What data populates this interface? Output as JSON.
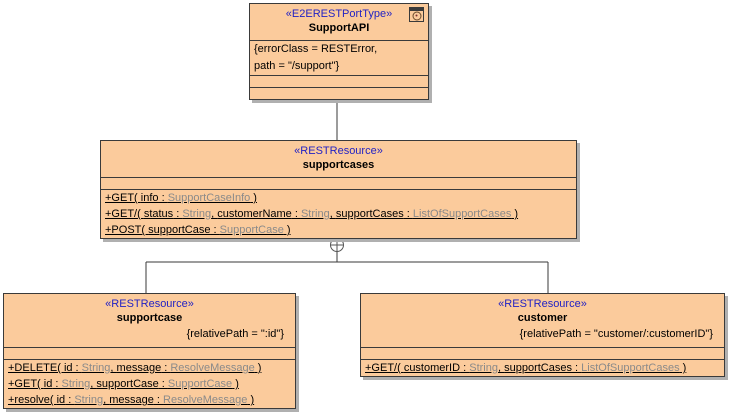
{
  "diagram": {
    "title": "SupportAPI REST resource containment diagram",
    "background": "#ffffff",
    "node_fill": "#fbcb9c",
    "node_border": "#3a3a3a",
    "stereotype_color": "#2222c4",
    "type_color": "#8a8a8a",
    "shadow_color": "#b0b0b0"
  },
  "nodes": {
    "support_api": {
      "stereotype": "«E2ERESTPortType»",
      "name": "SupportAPI",
      "icon": "port-type-icon",
      "tags": [
        "{errorClass = RESTError,",
        "path = \"/support\"}"
      ],
      "operations": []
    },
    "supportcases": {
      "stereotype": "«RESTResource»",
      "name": "supportcases",
      "tags": [],
      "operations": [
        {
          "parts": [
            {
              "text": "+GET( ",
              "type": false
            },
            {
              "text": "info",
              "type": false
            },
            {
              "text": " : ",
              "type": false
            },
            {
              "text": "SupportCaseInfo",
              "type": true
            },
            {
              "text": " )",
              "type": false
            }
          ],
          "plain": "+GET( info : SupportCaseInfo )"
        },
        {
          "parts": [
            {
              "text": "+GET/( ",
              "type": false
            },
            {
              "text": "status",
              "type": false
            },
            {
              "text": " : ",
              "type": false
            },
            {
              "text": "String",
              "type": true
            },
            {
              "text": ", ",
              "type": false
            },
            {
              "text": "customerName",
              "type": false
            },
            {
              "text": " : ",
              "type": false
            },
            {
              "text": "String",
              "type": true
            },
            {
              "text": ", ",
              "type": false
            },
            {
              "text": "supportCases",
              "type": false
            },
            {
              "text": " : ",
              "type": false
            },
            {
              "text": "ListOfSupportCases",
              "type": true
            },
            {
              "text": " )",
              "type": false
            }
          ],
          "plain": "+GET/( status : String, customerName : String, supportCases : ListOfSupportCases )"
        },
        {
          "parts": [
            {
              "text": "+POST( ",
              "type": false
            },
            {
              "text": "supportCase",
              "type": false
            },
            {
              "text": " : ",
              "type": false
            },
            {
              "text": "SupportCase",
              "type": true
            },
            {
              "text": " )",
              "type": false
            }
          ],
          "plain": "+POST( supportCase : SupportCase )"
        }
      ]
    },
    "supportcase": {
      "stereotype": "«RESTResource»",
      "name": "supportcase",
      "tags": [
        "{relativePath = \":id\"}"
      ],
      "operations": [
        {
          "parts": [
            {
              "text": "+DELETE( ",
              "type": false
            },
            {
              "text": "id",
              "type": false
            },
            {
              "text": " : ",
              "type": false
            },
            {
              "text": "String",
              "type": true
            },
            {
              "text": ", ",
              "type": false
            },
            {
              "text": "message",
              "type": false
            },
            {
              "text": " : ",
              "type": false
            },
            {
              "text": "ResolveMessage",
              "type": true
            },
            {
              "text": " )",
              "type": false
            }
          ],
          "plain": "+DELETE( id : String, message : ResolveMessage )"
        },
        {
          "parts": [
            {
              "text": "+GET( ",
              "type": false
            },
            {
              "text": "id",
              "type": false
            },
            {
              "text": " : ",
              "type": false
            },
            {
              "text": "String",
              "type": true
            },
            {
              "text": ", ",
              "type": false
            },
            {
              "text": "supportCase",
              "type": false
            },
            {
              "text": " : ",
              "type": false
            },
            {
              "text": "SupportCase",
              "type": true
            },
            {
              "text": " )",
              "type": false
            }
          ],
          "plain": "+GET( id : String, supportCase : SupportCase )"
        },
        {
          "parts": [
            {
              "text": "+resolve( ",
              "type": false
            },
            {
              "text": "id",
              "type": false
            },
            {
              "text": " : ",
              "type": false
            },
            {
              "text": "String",
              "type": true
            },
            {
              "text": ", ",
              "type": false
            },
            {
              "text": "message",
              "type": false
            },
            {
              "text": " : ",
              "type": false
            },
            {
              "text": "ResolveMessage",
              "type": true
            },
            {
              "text": " )",
              "type": false
            }
          ],
          "plain": "+resolve( id : String, message : ResolveMessage )"
        }
      ]
    },
    "customer": {
      "stereotype": "«RESTResource»",
      "name": "customer",
      "tags": [
        "{relativePath = \"customer/:customerID\"}"
      ],
      "operations": [
        {
          "parts": [
            {
              "text": "+GET/( ",
              "type": false
            },
            {
              "text": "customerID",
              "type": false
            },
            {
              "text": " : ",
              "type": false
            },
            {
              "text": "String",
              "type": true
            },
            {
              "text": ", ",
              "type": false
            },
            {
              "text": "supportCases",
              "type": false
            },
            {
              "text": " : ",
              "type": false
            },
            {
              "text": "ListOfSupportCases",
              "type": true
            },
            {
              "text": " )",
              "type": false
            }
          ],
          "plain": "+GET/( customerID : String, supportCases : ListOfSupportCases )"
        }
      ]
    }
  },
  "connectors": [
    {
      "id": "support_api-to-supportcases",
      "kind": "containment",
      "from": "support_api",
      "to": "supportcases",
      "symbol": "circle-plus"
    },
    {
      "id": "supportcases-to-supportcase",
      "kind": "containment",
      "from": "supportcases",
      "to": "supportcase",
      "symbol": "circle-plus"
    },
    {
      "id": "supportcases-to-customer",
      "kind": "containment",
      "from": "supportcases",
      "to": "customer",
      "symbol": "circle-plus"
    }
  ]
}
